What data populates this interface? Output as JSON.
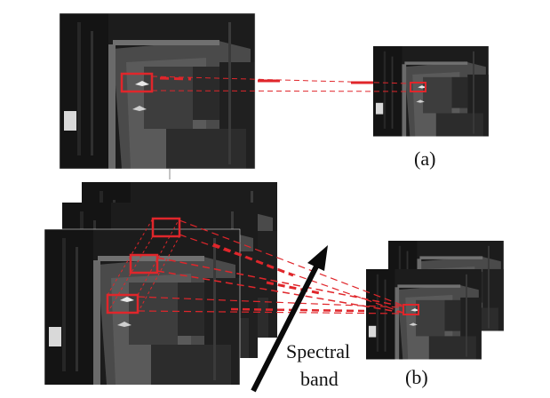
{
  "labels": {
    "a": "(a)",
    "b": "(b)",
    "spectral_line1": "Spectral",
    "spectral_line2": "band"
  },
  "colors": {
    "highlight_red": "#e0262b",
    "image_dark": "#1a1a1a",
    "arrow": "#0a0a0a",
    "connector": "#888888"
  },
  "icons": {
    "arrow": "up-right-arrow-icon"
  }
}
